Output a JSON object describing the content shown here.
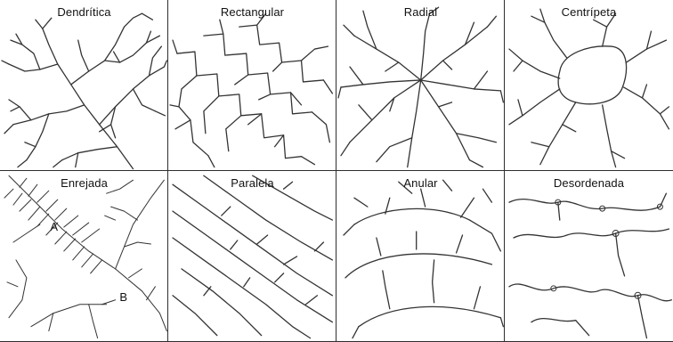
{
  "panels": [
    {
      "title": "Dendrítica"
    },
    {
      "title": "Rectangular"
    },
    {
      "title": "Radial"
    },
    {
      "title": "Centrípeta"
    },
    {
      "title": "Enrejada",
      "labels": [
        "A",
        "B"
      ]
    },
    {
      "title": "Paralela"
    },
    {
      "title": "Anular"
    },
    {
      "title": "Desordenada"
    }
  ],
  "colors": {
    "stroke": "#333333",
    "border": "#2e2e2e",
    "lake_fill": "#bdbdbd"
  }
}
